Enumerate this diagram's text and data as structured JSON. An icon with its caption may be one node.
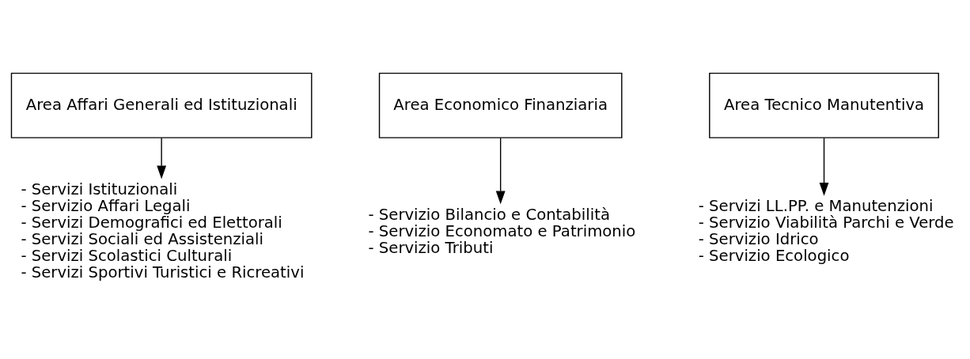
{
  "diagram": {
    "nodes": [
      {
        "text": [
          "Area Affari Generali ed Istituzionali"
        ]
      },
      {
        "text": [
          "Area Economico Finanziaria"
        ]
      },
      {
        "text": [
          "Area Tecnico Manutentiva"
        ]
      },
      {
        "text": [
          "- Servizi Istituzionali",
          "- Servizio Affari Legali",
          "- Servizi Demografici ed Elettorali",
          "- Servizi Sociali ed Assistenziali",
          "- Servizi Scolastici Culturali",
          "- Servizi Sportivi Turistici e Ricreativi"
        ]
      },
      {
        "text": [
          "- Servizio Bilancio e Contabilità",
          "- Servizio Economato e Patrimonio",
          "- Servizio Tributi"
        ]
      },
      {
        "text": [
          "- Servizi LL.PP. e Manutenzioni",
          "- Servizio Viabilità Parchi e Verde",
          "- Servizio Idrico",
          "- Servizio Ecologico"
        ]
      }
    ],
    "edges": [
      {
        "from": 0,
        "to": 3,
        "arrow": "to"
      },
      {
        "from": 1,
        "to": 4,
        "arrow": "to"
      },
      {
        "from": 2,
        "to": 5,
        "arrow": "to"
      }
    ]
  }
}
